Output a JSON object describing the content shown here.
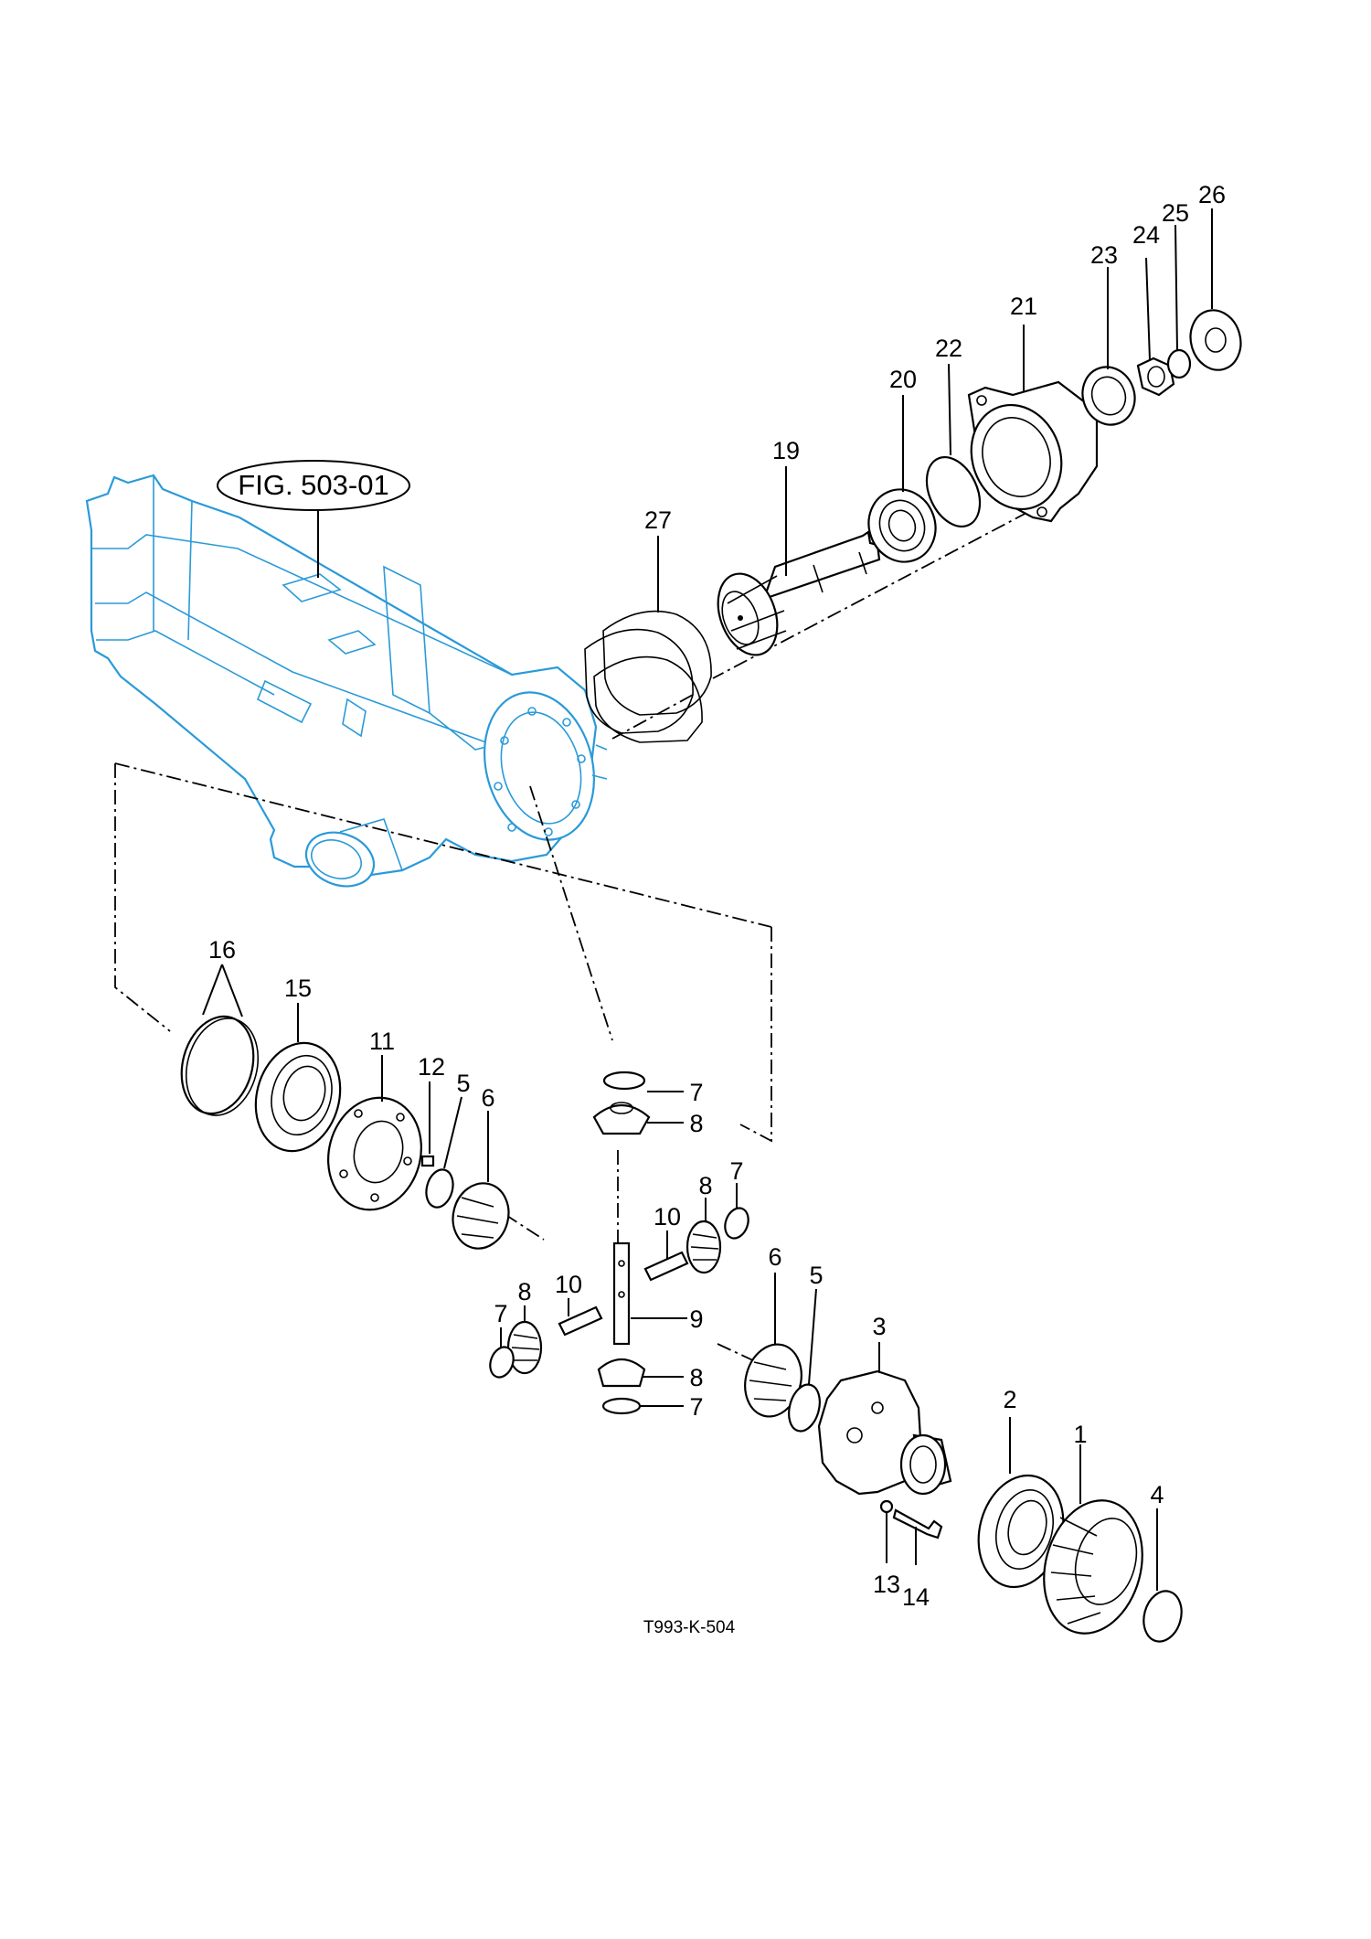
{
  "figure_ref": "FIG. 503-01",
  "drawing_code": "T993-K-504",
  "callouts": {
    "c1": "1",
    "c2": "2",
    "c3": "3",
    "c4": "4",
    "c5a": "5",
    "c5b": "5",
    "c6a": "6",
    "c6b": "6",
    "c7a": "7",
    "c7b": "7",
    "c7c": "7",
    "c7d": "7",
    "c8a": "8",
    "c8b": "8",
    "c8c": "8",
    "c8d": "8",
    "c9": "9",
    "c10a": "10",
    "c10b": "10",
    "c11": "11",
    "c12": "12",
    "c13": "13",
    "c14": "14",
    "c15": "15",
    "c16": "16",
    "c19": "19",
    "c20": "20",
    "c21": "21",
    "c22": "22",
    "c23": "23",
    "c24": "24",
    "c25": "25",
    "c26": "26",
    "c27": "27"
  },
  "colors": {
    "housing_outline": "#2a9ad8",
    "parts_outline": "#000000"
  }
}
